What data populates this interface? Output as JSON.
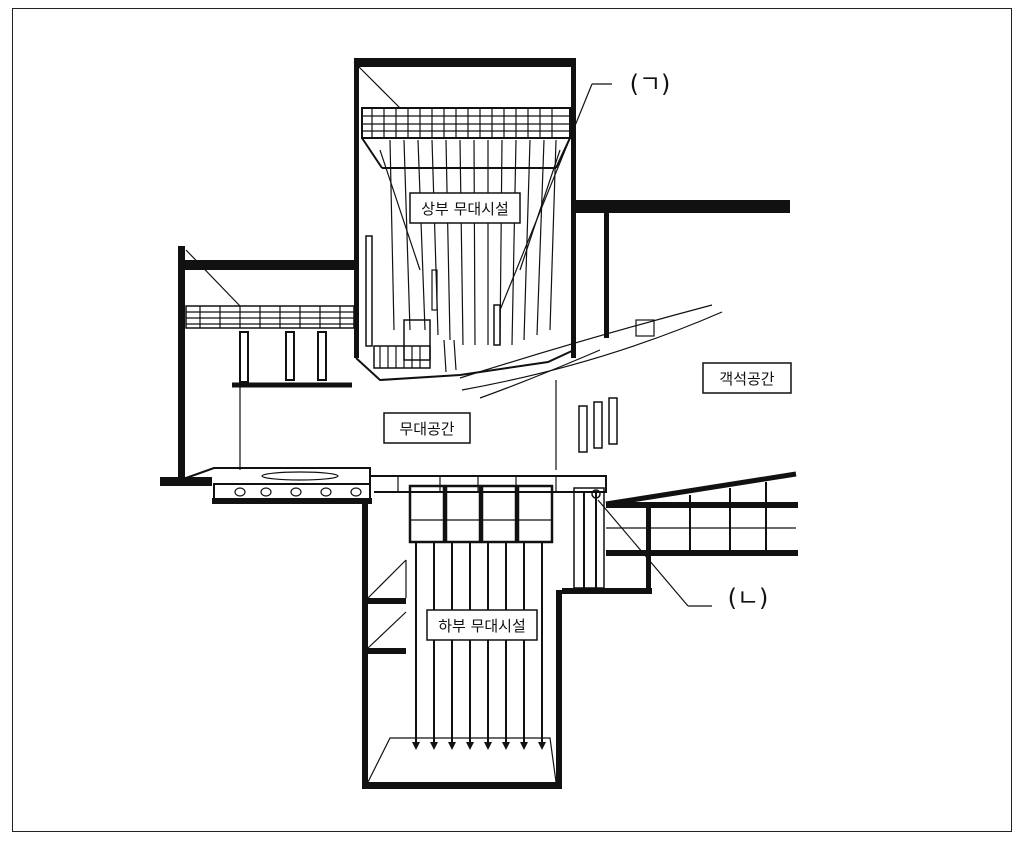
{
  "labels": {
    "upper_stage": "상부 무대시설",
    "stage_space": "무대공간",
    "audience_space": "객석공간",
    "lower_stage": "하부 무대시설"
  },
  "markers": {
    "a": "(ㄱ)",
    "b": "(ㄴ)"
  }
}
